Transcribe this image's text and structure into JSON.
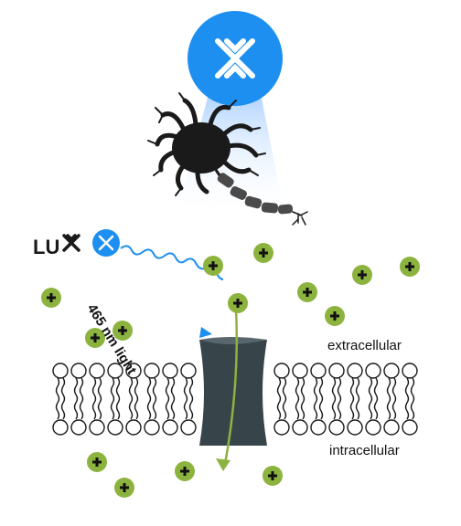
{
  "brand": {
    "name": "LU",
    "accent": "#1d8ff0"
  },
  "labels": {
    "light": "465 nm light",
    "extracellular": "extracellular",
    "intracellular": "intracellular"
  },
  "colors": {
    "ion_fill": "#8db33f",
    "channel": "#37454a",
    "membrane_stroke": "#1a1a1a",
    "arrow": "#8db33f",
    "wave": "#1d8ff0"
  },
  "icons": {
    "lamp": "lux-x-logo-icon",
    "cell": "neuron-icon",
    "ion": "positive-ion-icon",
    "channel": "ion-channel-icon"
  }
}
